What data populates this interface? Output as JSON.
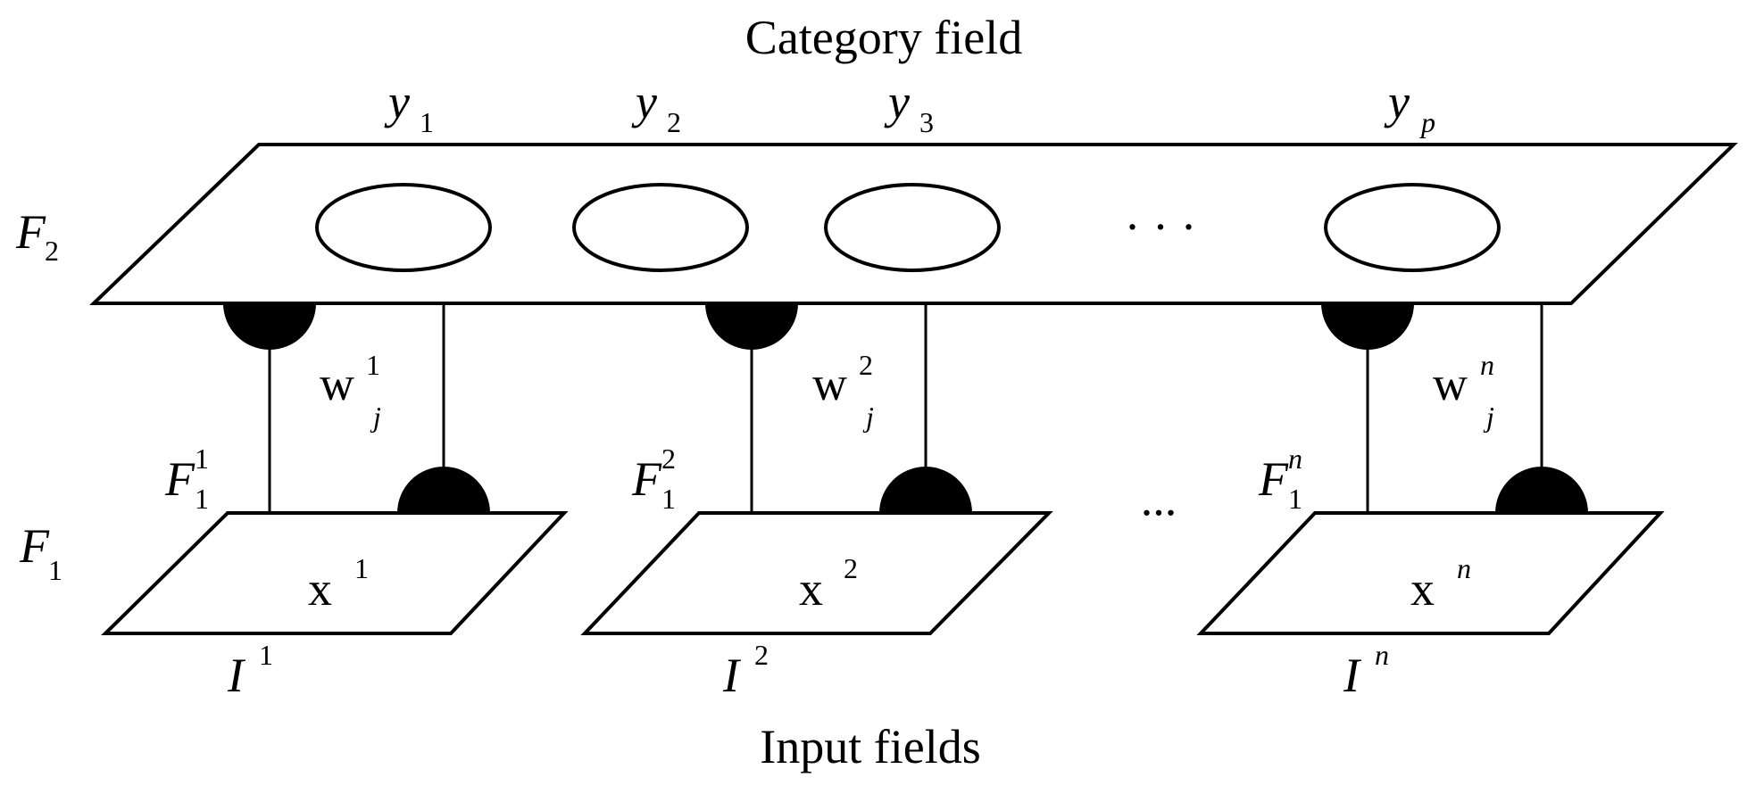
{
  "titles": {
    "top": "Category field",
    "bottom": "Input fields"
  },
  "layers": {
    "f2": {
      "main": "F",
      "sub": "2"
    },
    "f1": {
      "main": "F",
      "sub": "1"
    }
  },
  "categories": [
    {
      "main": "y",
      "sub": "1"
    },
    {
      "main": "y",
      "sub": "2"
    },
    {
      "main": "y",
      "sub": "3"
    },
    {
      "main": "y",
      "sub": "p"
    }
  ],
  "ellipsis": {
    "top": "· · ·",
    "bottom": "..."
  },
  "fields": [
    {
      "weight_main": "w",
      "weight_sup": "1",
      "weight_sub": "j",
      "f1_main": "F",
      "f1_sup": "1",
      "f1_sub": "1",
      "x_main": "x",
      "x_sup": "1",
      "i_main": "I",
      "i_sup": "1"
    },
    {
      "weight_main": "w",
      "weight_sup": "2",
      "weight_sub": "j",
      "f1_main": "F",
      "f1_sup": "2",
      "f1_sub": "1",
      "x_main": "x",
      "x_sup": "2",
      "i_main": "I",
      "i_sup": "2"
    },
    {
      "weight_main": "w",
      "weight_sup": "n",
      "weight_sub": "j",
      "f1_main": "F",
      "f1_sup": "n",
      "f1_sub": "1",
      "x_main": "x",
      "x_sup": "n",
      "i_main": "I",
      "i_sup": "n"
    }
  ]
}
